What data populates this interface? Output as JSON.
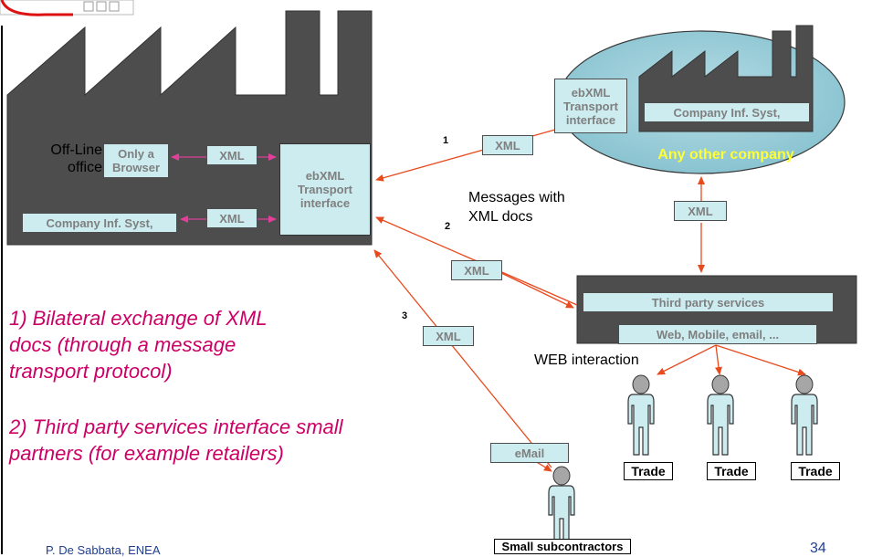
{
  "colors": {
    "building": "#4d4d4d",
    "box_fill": "#ccecf0",
    "box_text": "#7f7f7f",
    "arrow": "#e84a1e",
    "magenta_arrow": "#e0409a",
    "note_text": "#cc0066",
    "ellipse_fill": "#99cdd8",
    "highlight_text": "#ffff33"
  },
  "main_factory": {
    "offline_office": "Off-Line\noffice",
    "only_browser": "Only a\nBrowser",
    "company_inf_syst": "Company Inf. Syst,",
    "xml_top": "XML",
    "xml_bottom": "XML",
    "ebxml": "ebXML\nTransport\ninterface"
  },
  "other_company": {
    "ebxml": "ebXML\nTransport\ninterface",
    "company_inf_syst": "Company Inf. Syst,",
    "name": "Any other company"
  },
  "links": {
    "num_1": "1",
    "num_2": "2",
    "num_3": "3",
    "xml_1": "XML",
    "xml_2": "XML",
    "xml_3": "XML",
    "xml_vertical": "XML",
    "messages": "Messages with\nXML docs",
    "email": "eMail"
  },
  "third_party": {
    "title": "Third party services",
    "channels": "Web, Mobile, email, ...",
    "web_interaction": "WEB interaction"
  },
  "people": {
    "trade_1": "Trade",
    "trade_2": "Trade",
    "trade_3": "Trade",
    "small_subcontractors": "Small subcontractors"
  },
  "notes": {
    "note_1": "1) Bilateral exchange of XML\ndocs (through a message\ntransport protocol)",
    "note_2": "2) Third party services interface small\npartners (for example retailers)"
  },
  "footer": {
    "author": "P. De Sabbata, ENEA",
    "page_number": "34"
  }
}
